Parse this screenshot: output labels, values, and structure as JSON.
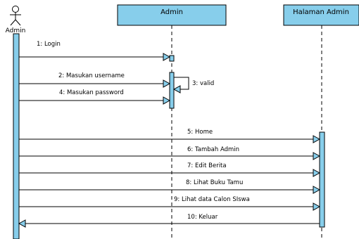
{
  "actor": {
    "name": "Admin"
  },
  "lifelines": [
    {
      "id": "admin",
      "label": "Admin"
    },
    {
      "id": "halaman_admin",
      "label": "Halaman Admin"
    }
  ],
  "messages": [
    {
      "label": "1: Login",
      "from": "actor",
      "to": "admin",
      "kind": "sync"
    },
    {
      "label": "2: Masukan username",
      "from": "actor",
      "to": "admin",
      "kind": "sync"
    },
    {
      "label": "3: valid",
      "from": "admin",
      "to": "admin",
      "kind": "self"
    },
    {
      "label": "4: Masukan password",
      "from": "actor",
      "to": "admin",
      "kind": "sync"
    },
    {
      "label": "5: Home",
      "from": "actor",
      "to": "halaman_admin",
      "kind": "sync"
    },
    {
      "label": "6: Tambah Admin",
      "from": "actor",
      "to": "halaman_admin",
      "kind": "sync"
    },
    {
      "label": "7: Edit Berita",
      "from": "actor",
      "to": "halaman_admin",
      "kind": "sync"
    },
    {
      "label": "8: Lihat Buku Tamu",
      "from": "actor",
      "to": "halaman_admin",
      "kind": "sync"
    },
    {
      "label": "9: Lihat data Calon SIswa",
      "from": "actor",
      "to": "halaman_admin",
      "kind": "sync"
    },
    {
      "label": "10: Keluar",
      "from": "halaman_admin",
      "to": "actor",
      "kind": "return"
    }
  ],
  "colors": {
    "box_fill": "#87CEEB",
    "activation_fill": "#87CEEB",
    "line": "#000000"
  }
}
